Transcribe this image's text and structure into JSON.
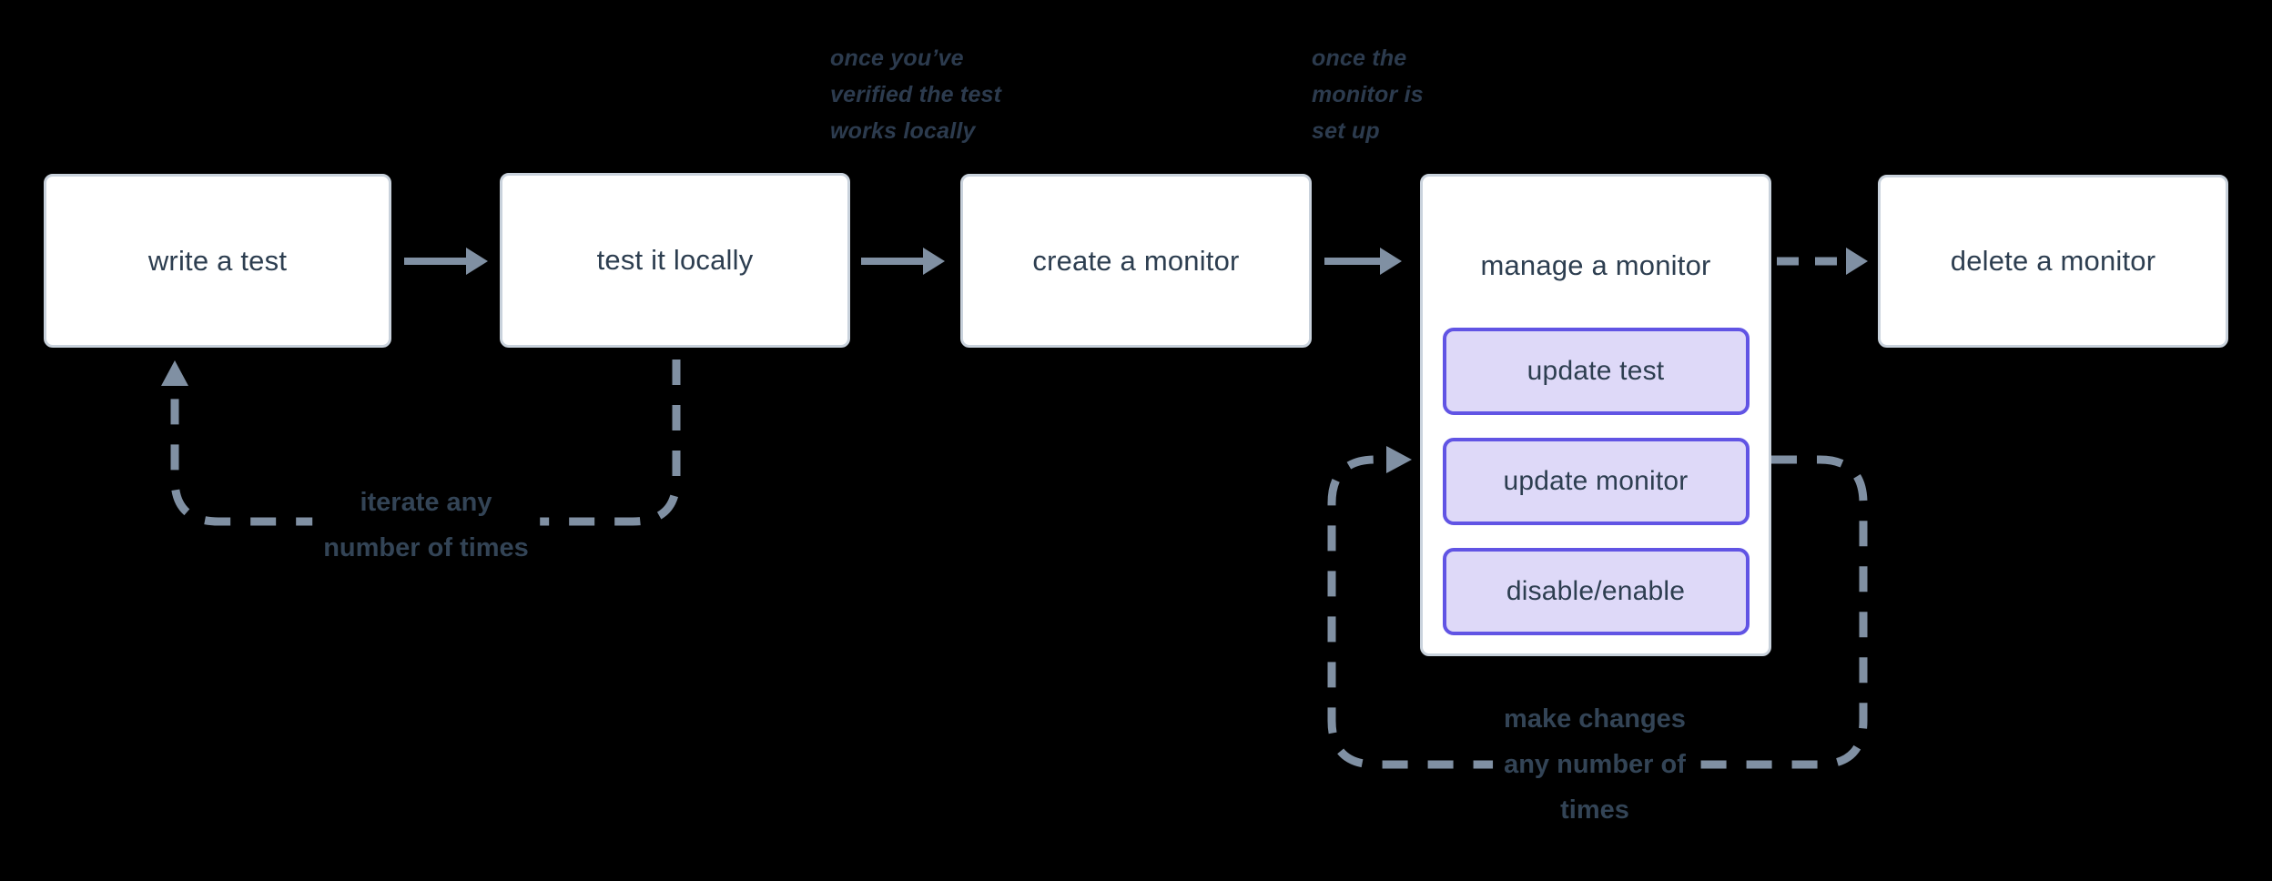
{
  "colors": {
    "bg": "#000000",
    "boxFill": "#ffffff",
    "boxBorder": "#c9d2dc",
    "ink": "#2d3e50",
    "subFill": "#ded9f8",
    "subBorder": "#6154e4",
    "line": "#8090a3",
    "note": "#2c3b4e",
    "loopText": "#334456"
  },
  "nodes": [
    {
      "label": "write a test"
    },
    {
      "label": "test it locally"
    },
    {
      "label": "create a monitor"
    },
    {
      "label": "manage a monitor",
      "actions": [
        {
          "label": "update test"
        },
        {
          "label": "update monitor"
        },
        {
          "label": "disable/enable"
        }
      ]
    },
    {
      "label": "delete a monitor"
    }
  ],
  "annotations": {
    "after_test": "once you’ve\nverified the test\nworks locally",
    "after_create": "once the\nmonitor is\nset up"
  },
  "loops": {
    "iterate": "iterate any\nnumber of times",
    "make_changes": "make changes\nany number of\ntimes"
  }
}
